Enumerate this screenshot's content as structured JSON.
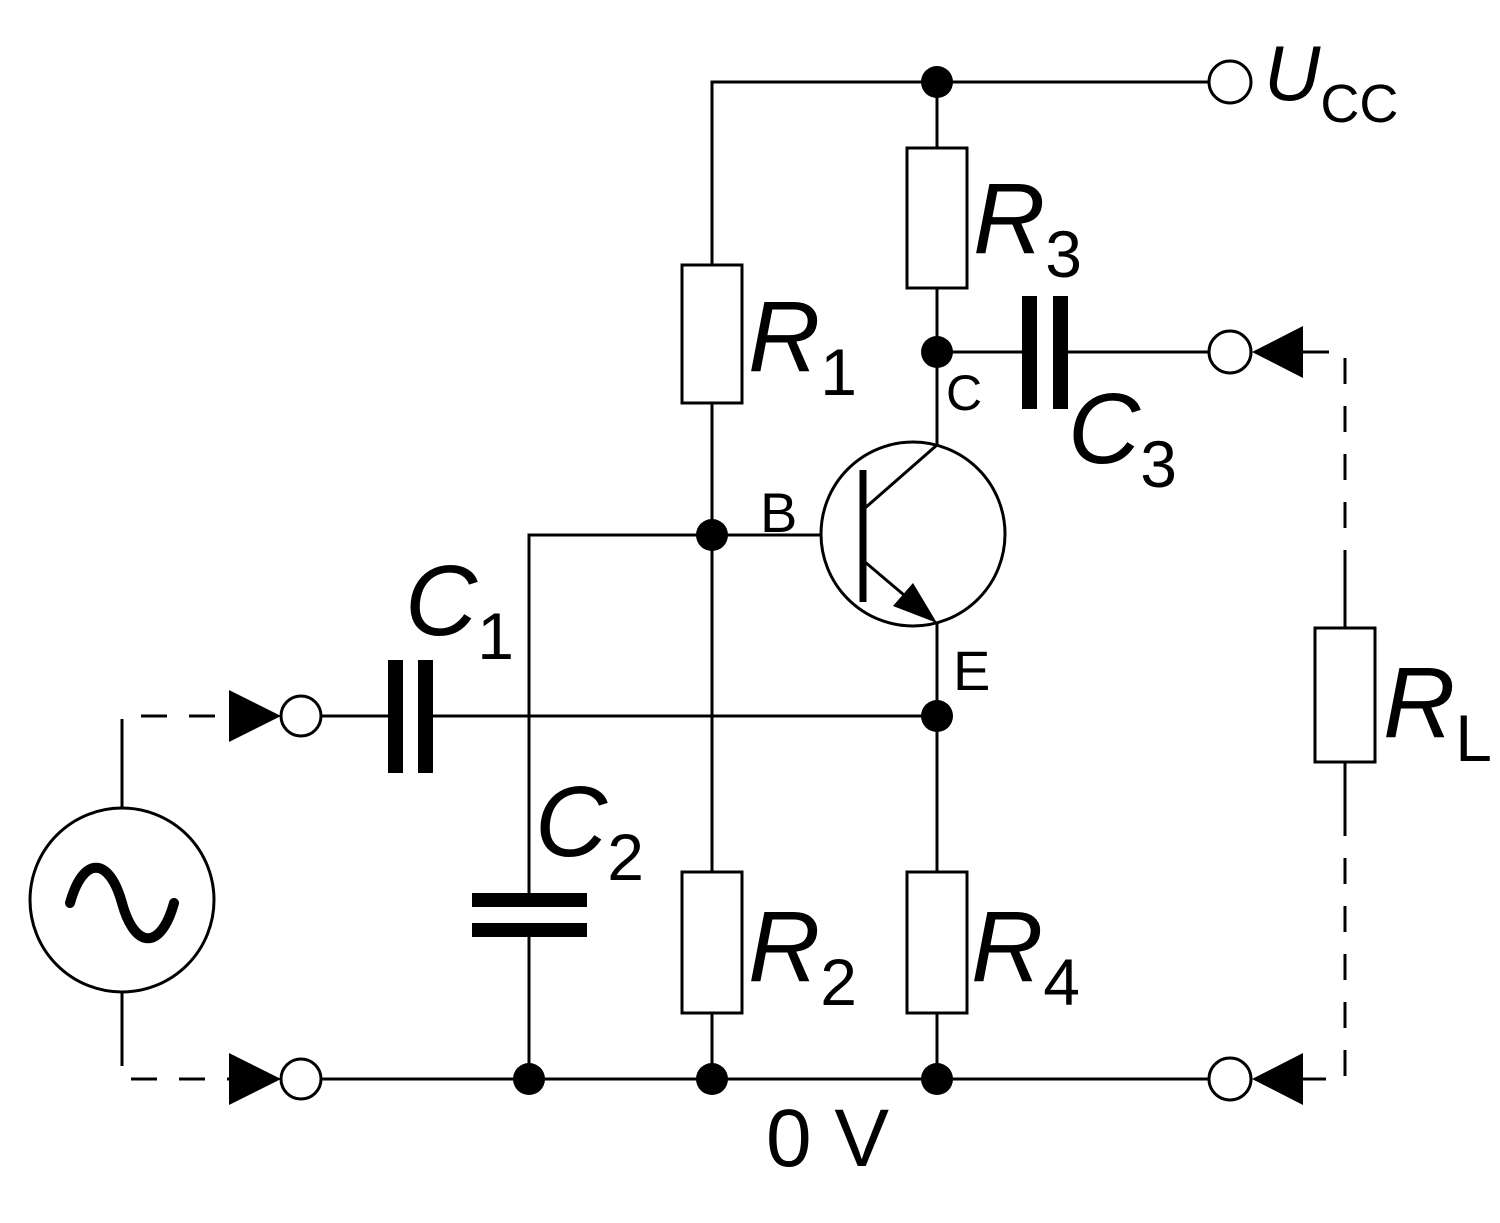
{
  "diagram": {
    "kind": "transistor-amplifier-circuit-schematic",
    "ground": "0 V"
  },
  "labels": {
    "ucc": {
      "main": "U",
      "sub": "CC"
    },
    "r1": {
      "main": "R",
      "sub": "1"
    },
    "r2": {
      "main": "R",
      "sub": "2"
    },
    "r3": {
      "main": "R",
      "sub": "3"
    },
    "r4": {
      "main": "R",
      "sub": "4"
    },
    "rl": {
      "main": "R",
      "sub": "L"
    },
    "c1": {
      "main": "C",
      "sub": "1"
    },
    "c2": {
      "main": "C",
      "sub": "2"
    },
    "c3": {
      "main": "C",
      "sub": "3"
    },
    "transistor": {
      "base": "B",
      "collector": "C",
      "emitter": "E"
    }
  },
  "icons": {
    "ac_source": "sine-wave-in-circle",
    "terminal": "open-circle",
    "junction": "filled-dot",
    "connector_arrow": "filled-triangle"
  },
  "colors": {
    "stroke": "#000000",
    "background": "#ffffff"
  }
}
